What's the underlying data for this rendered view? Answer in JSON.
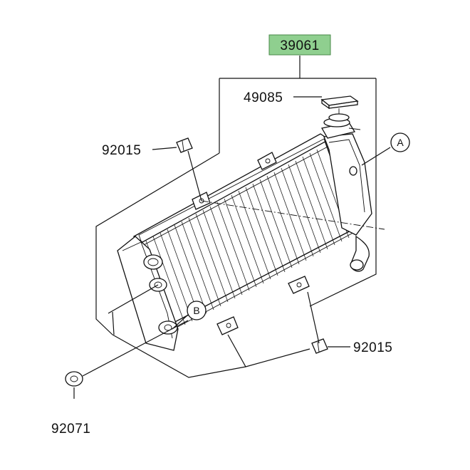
{
  "assembly": {
    "part_number": "39061",
    "highlight_color": "#8fcf8f"
  },
  "callouts": [
    {
      "id": "cap",
      "part_number": "49085"
    },
    {
      "id": "clip-upper",
      "part_number": "92015"
    },
    {
      "id": "clip-lower",
      "part_number": "92015"
    },
    {
      "id": "grommet",
      "part_number": "92071"
    }
  ],
  "references": [
    {
      "id": "ref-a",
      "letter": "A"
    },
    {
      "id": "ref-b",
      "letter": "B"
    }
  ]
}
